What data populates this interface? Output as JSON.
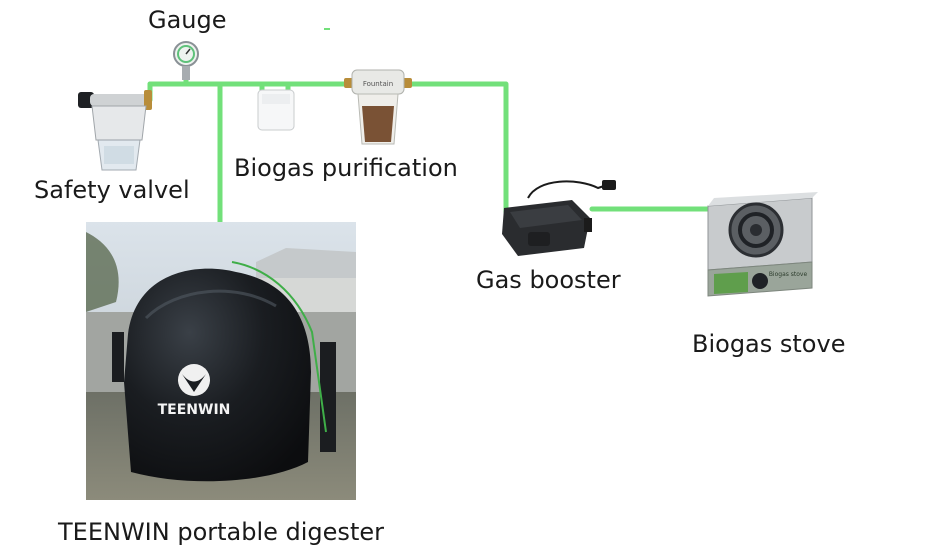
{
  "labels": {
    "gauge": "Gauge",
    "safety_valve": "Safety valvel",
    "purification": "Biogas purification",
    "booster": "Gas booster",
    "stove": "Biogas stove",
    "digester": "TEENWIN portable digester",
    "digester_brand": "TEENWIN",
    "filter_brand": "Fountain",
    "stove_brand": "Biogas stove"
  },
  "colors": {
    "pipe": "#72e07a",
    "digester": "#14171b",
    "metal": "#c7cacd"
  },
  "icons": [
    "gauge-icon",
    "safety-valve-icon",
    "water-trap-icon",
    "desulfurizer-icon",
    "gas-booster-icon",
    "stove-icon",
    "digester-photo"
  ]
}
